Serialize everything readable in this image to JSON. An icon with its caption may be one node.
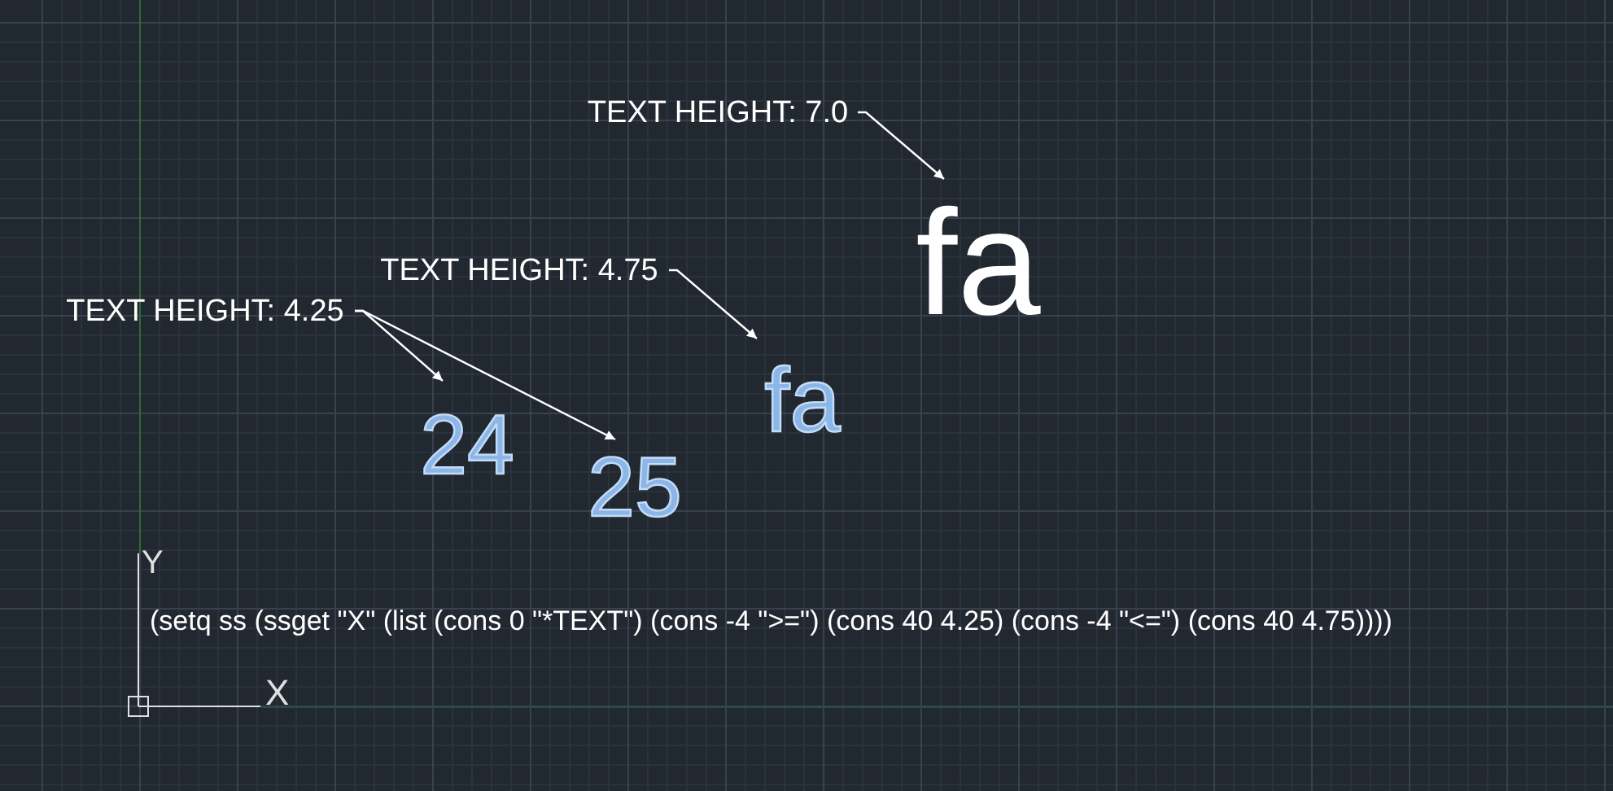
{
  "diagram": {
    "nodes": [
      {
        "text": [
          "TEXT HEIGHT: 7.0"
        ]
      },
      {
        "text": [
          "fa"
        ]
      },
      {
        "text": [
          "TEXT HEIGHT: 4.75"
        ]
      },
      {
        "text": [
          "fa"
        ]
      },
      {
        "text": [
          "TEXT HEIGHT: 4.25"
        ]
      },
      {
        "text": [
          "24"
        ]
      },
      {
        "text": [
          "25"
        ]
      }
    ],
    "edges": [
      {
        "from": 0,
        "to": 1,
        "arrow": "to"
      },
      {
        "from": 2,
        "to": 3,
        "arrow": "to"
      },
      {
        "from": 4,
        "to": 5,
        "arrow": "to"
      },
      {
        "from": 4,
        "to": 6,
        "arrow": "to"
      }
    ],
    "labels": [
      "Y",
      "(setq ss (ssget \"X\" (list (cons 0 \"*TEXT\") (cons -4 \">=\") (cons 40 4.25) (cons -4 \"<=\") (cons 40 4.75))))",
      "X"
    ]
  }
}
